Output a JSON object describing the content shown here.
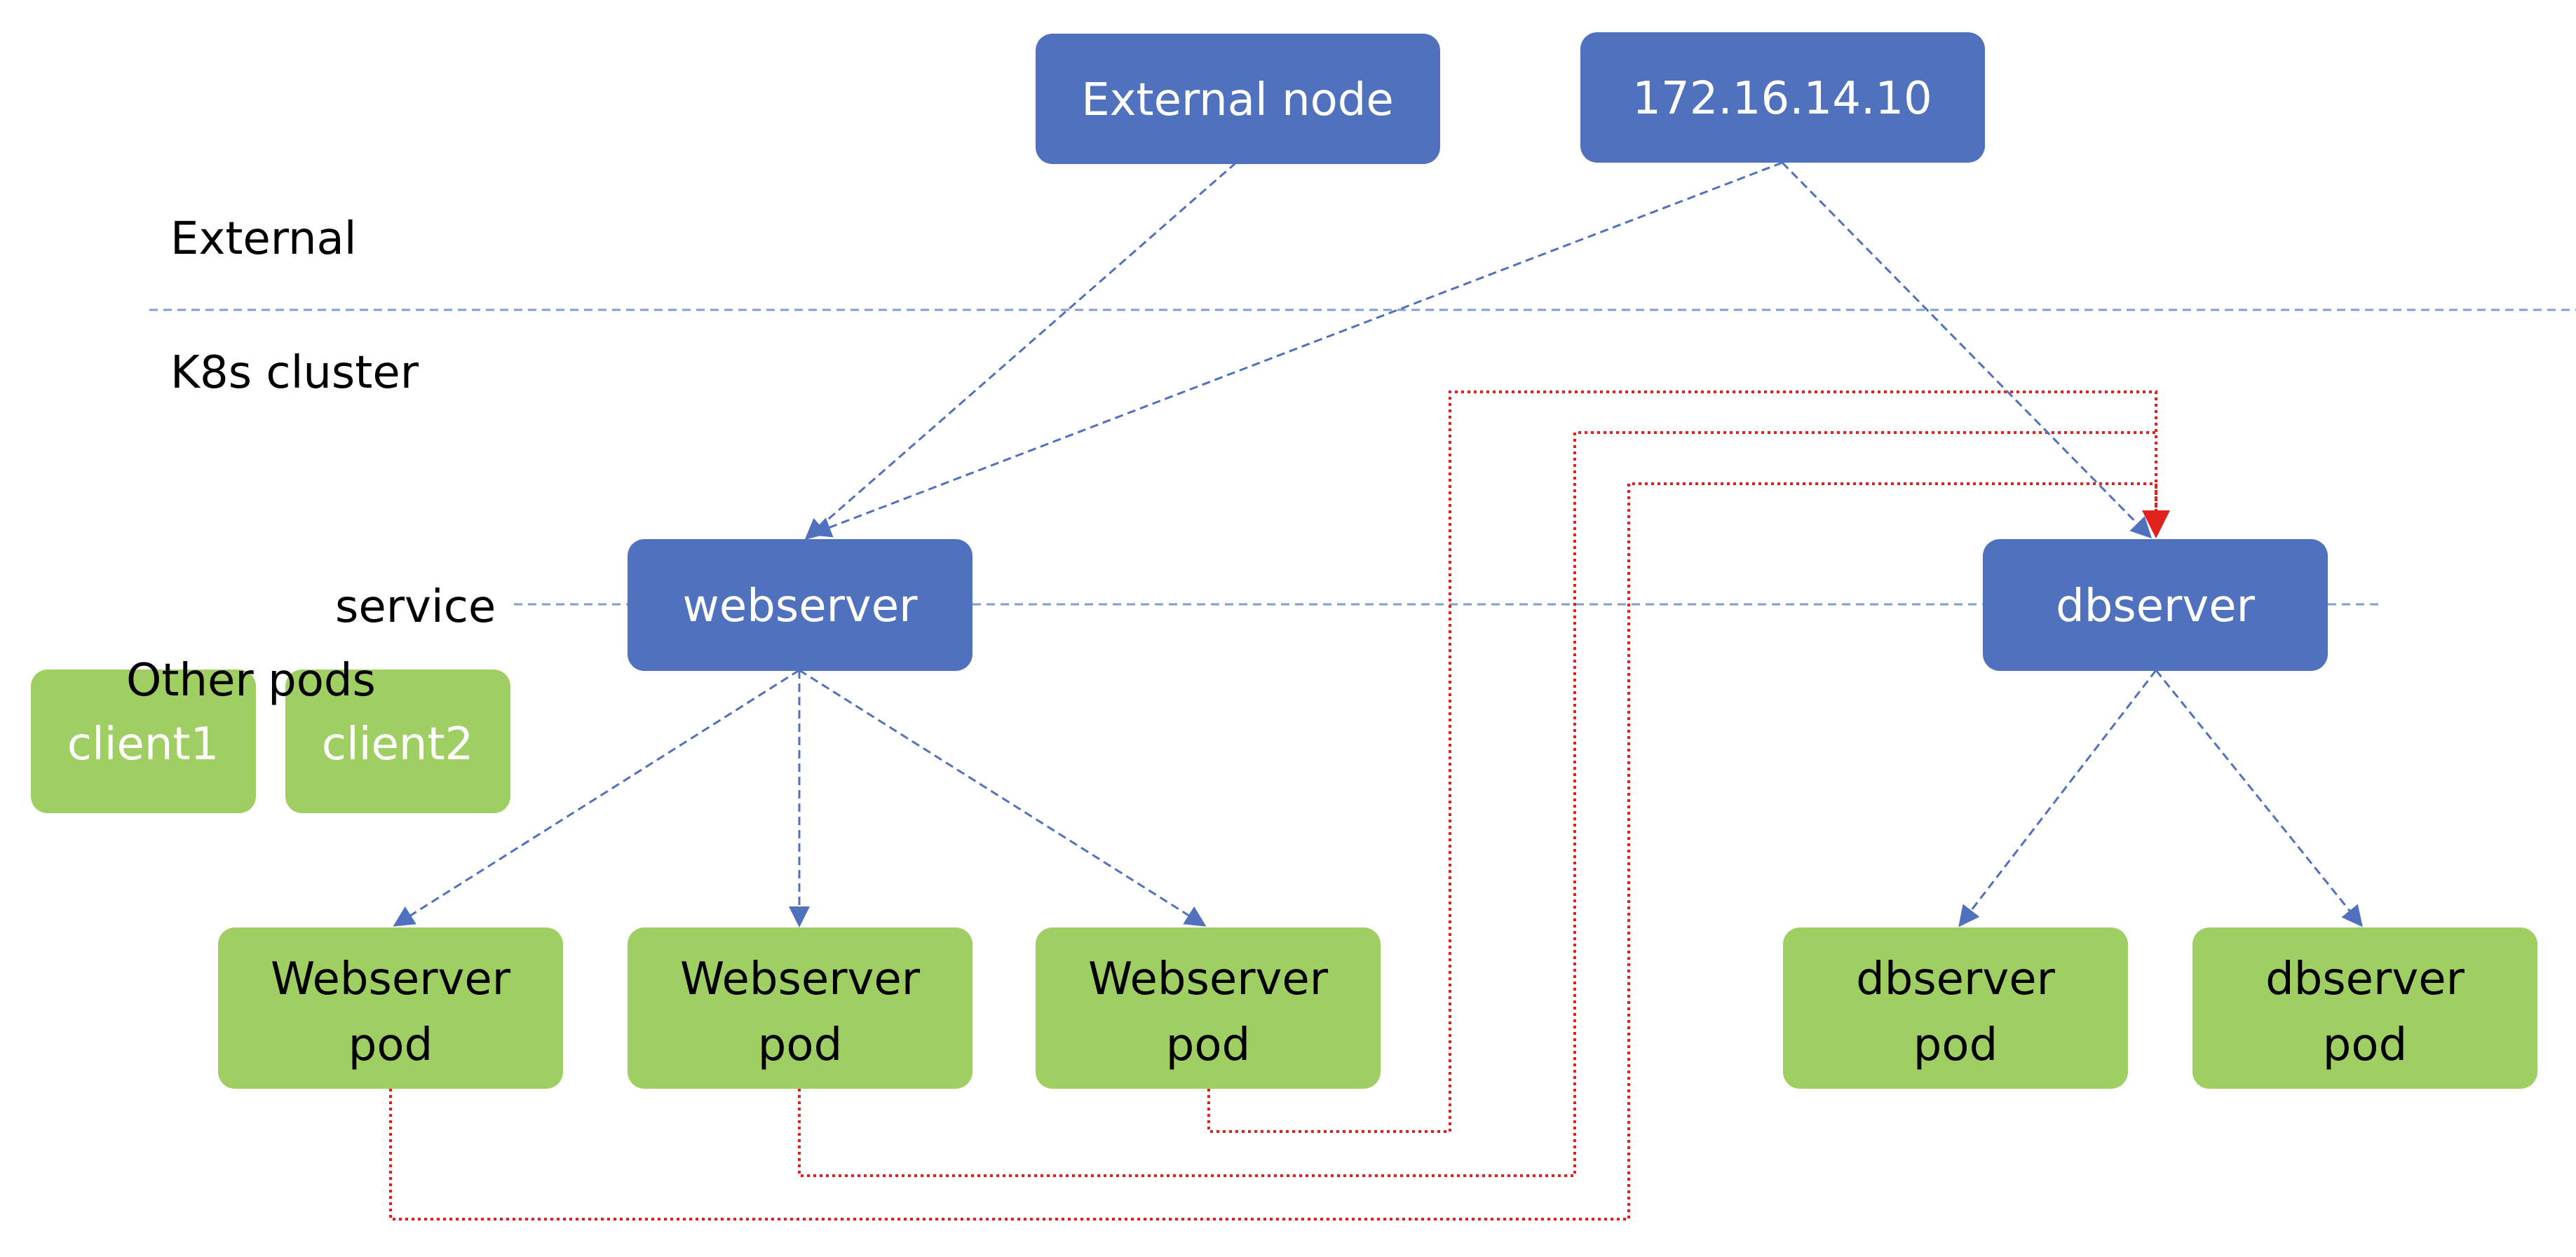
{
  "labels": {
    "external": "External",
    "k8s_cluster": "K8s cluster",
    "service": "service",
    "other_pods": "Other pods"
  },
  "nodes": {
    "external_node": "External node",
    "external_ip": "172.16.14.10",
    "webserver_service": "webserver",
    "dbserver_service": "dbserver",
    "client1": "client1",
    "client2": "client2",
    "webserver_pod_1": [
      "Webserver",
      "pod"
    ],
    "webserver_pod_2": [
      "Webserver",
      "pod"
    ],
    "webserver_pod_3": [
      "Webserver",
      "pod"
    ],
    "dbserver_pod_1": [
      "dbserver",
      "pod"
    ],
    "dbserver_pod_2": [
      "dbserver",
      "pod"
    ]
  },
  "colors": {
    "service_fill": "#4f71be",
    "pod_fill": "#9fcf63",
    "dashed_arrow": "#4f71be",
    "dotted_connection": "#e0201b",
    "divider": "#7f9fd3",
    "node_text_light": "#ffffff",
    "node_text_dark": "#000000"
  }
}
